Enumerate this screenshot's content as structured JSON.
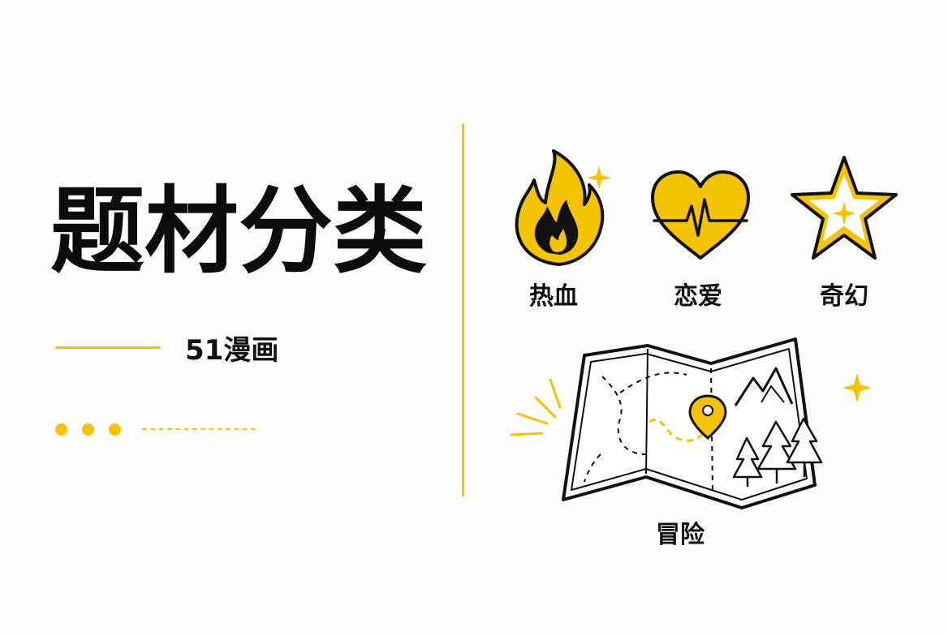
{
  "title": "题材分类",
  "subtitle": "51漫画",
  "categories": [
    {
      "label": "热血",
      "icon": "flame-icon"
    },
    {
      "label": "恋爱",
      "icon": "heartbeat-heart-icon"
    },
    {
      "label": "奇幻",
      "icon": "star-icon"
    },
    {
      "label": "冒险",
      "icon": "treasure-map-icon"
    }
  ],
  "colors": {
    "accent": "#f5c400",
    "ink": "#111111",
    "background": "#ffffff"
  }
}
